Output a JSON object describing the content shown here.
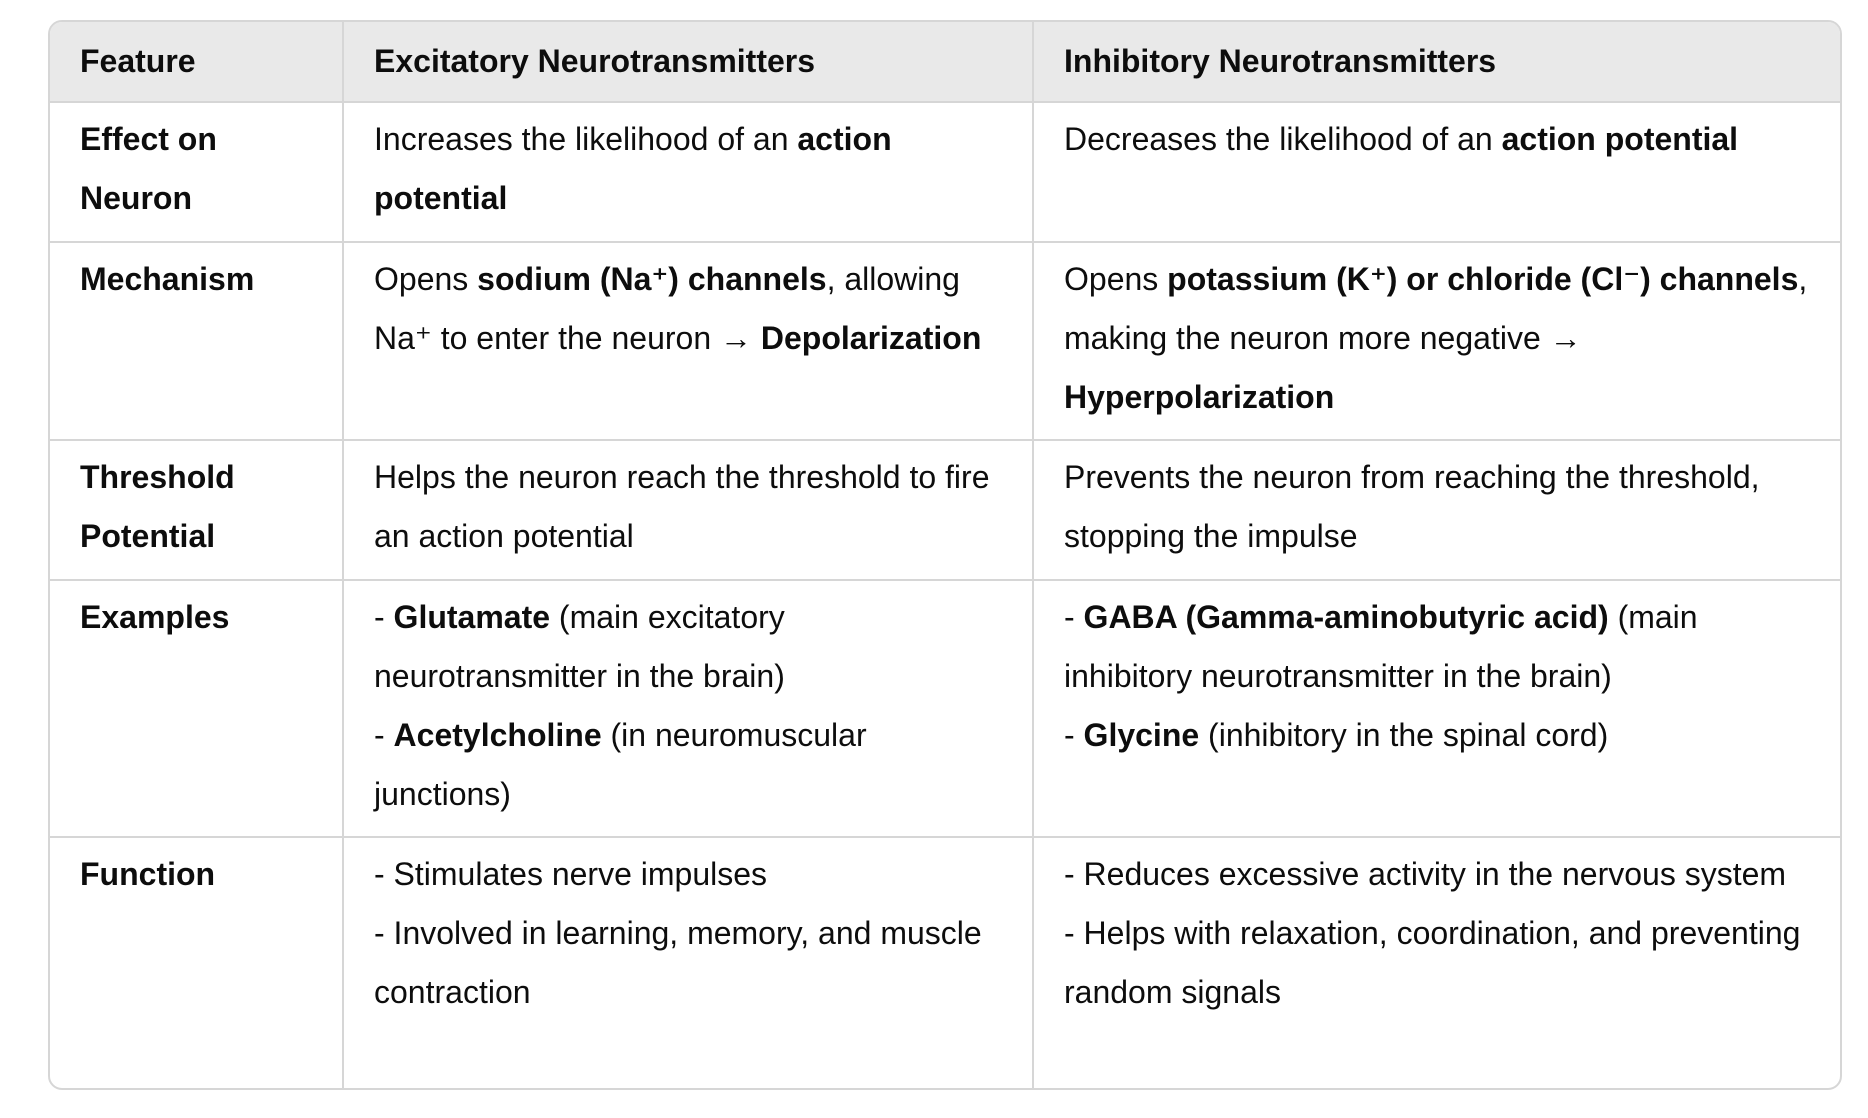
{
  "table": {
    "headers": [
      "Feature",
      "Excitatory Neurotransmitters",
      "Inhibitory Neurotransmitters"
    ],
    "rows": {
      "effect": {
        "feature": "Effect on Neuron",
        "excitatory": {
          "pre": "Increases the likelihood of an ",
          "bold": "action potential"
        },
        "inhibitory": {
          "pre": "Decreases the likelihood of an ",
          "bold": "action potential"
        }
      },
      "mechanism": {
        "feature": "Mechanism",
        "excitatory": {
          "pre": "Opens ",
          "bold1": "sodium (Na⁺) channels",
          "mid": ", allowing Na⁺ to enter the neuron → ",
          "bold2": "Depolarization"
        },
        "inhibitory": {
          "pre": "Opens ",
          "bold1": "potassium (K⁺) or chloride (Cl⁻) channels",
          "mid": ", making the neuron more negative → ",
          "bold2": "Hyperpolarization"
        }
      },
      "threshold": {
        "feature": "Threshold Potential",
        "excitatory": "Helps the neuron reach the threshold to fire an action potential",
        "inhibitory": "Prevents the neuron from reaching the threshold, stopping the impulse"
      },
      "examples": {
        "feature": "Examples",
        "excitatory": [
          {
            "dash": "- ",
            "bold": "Glutamate",
            "rest": " (main excitatory neurotransmitter in the brain)"
          },
          {
            "dash": "- ",
            "bold": "Acetylcholine",
            "rest": " (in neuromuscular junctions)"
          }
        ],
        "inhibitory": [
          {
            "dash": "- ",
            "bold": "GABA (Gamma-aminobutyric acid)",
            "rest": " (main inhibitory neurotransmitter in the brain)"
          },
          {
            "dash": "- ",
            "bold": "Glycine",
            "rest": " (inhibitory in the spinal cord)"
          }
        ]
      },
      "function": {
        "feature": "Function",
        "excitatory": [
          "- Stimulates nerve impulses",
          "- Involved in learning, memory, and muscle contraction"
        ],
        "inhibitory": [
          "- Reduces excessive activity in the nervous system",
          "- Helps with relaxation, coordination, and preventing random signals"
        ]
      }
    }
  },
  "colors": {
    "header_bg": "#e9e9e9",
    "border": "#d6d6d6",
    "text": "#0d0d0d"
  }
}
